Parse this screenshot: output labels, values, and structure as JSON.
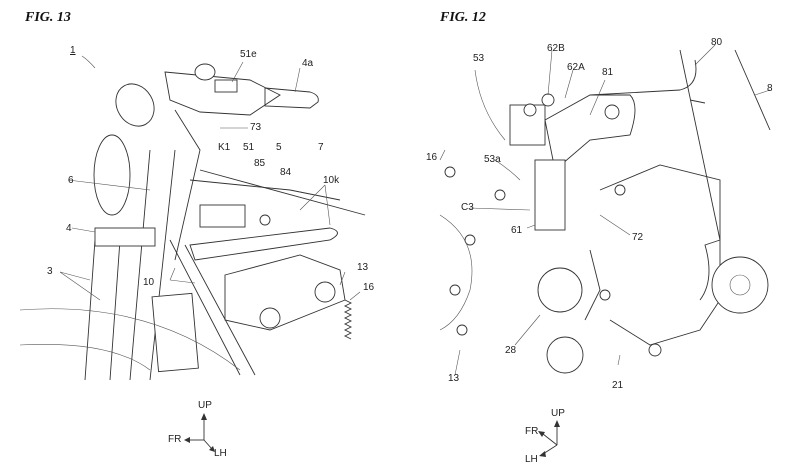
{
  "figures": [
    {
      "title": "FIG. 13",
      "labels": [
        "1",
        "51e",
        "4a",
        "73",
        "K1",
        "51",
        "5",
        "85",
        "84",
        "7",
        "10k",
        "6",
        "4",
        "3",
        "10",
        "13",
        "16"
      ],
      "axes": {
        "up": "UP",
        "front": "FR",
        "left": "LH"
      }
    },
    {
      "title": "FIG. 12",
      "labels": [
        "53",
        "62B",
        "62A",
        "81",
        "80",
        "8",
        "16",
        "53a",
        "C3",
        "61",
        "72",
        "13",
        "28",
        "21"
      ],
      "axes": {
        "up": "UP",
        "front": "FR",
        "left": "LH"
      }
    }
  ]
}
